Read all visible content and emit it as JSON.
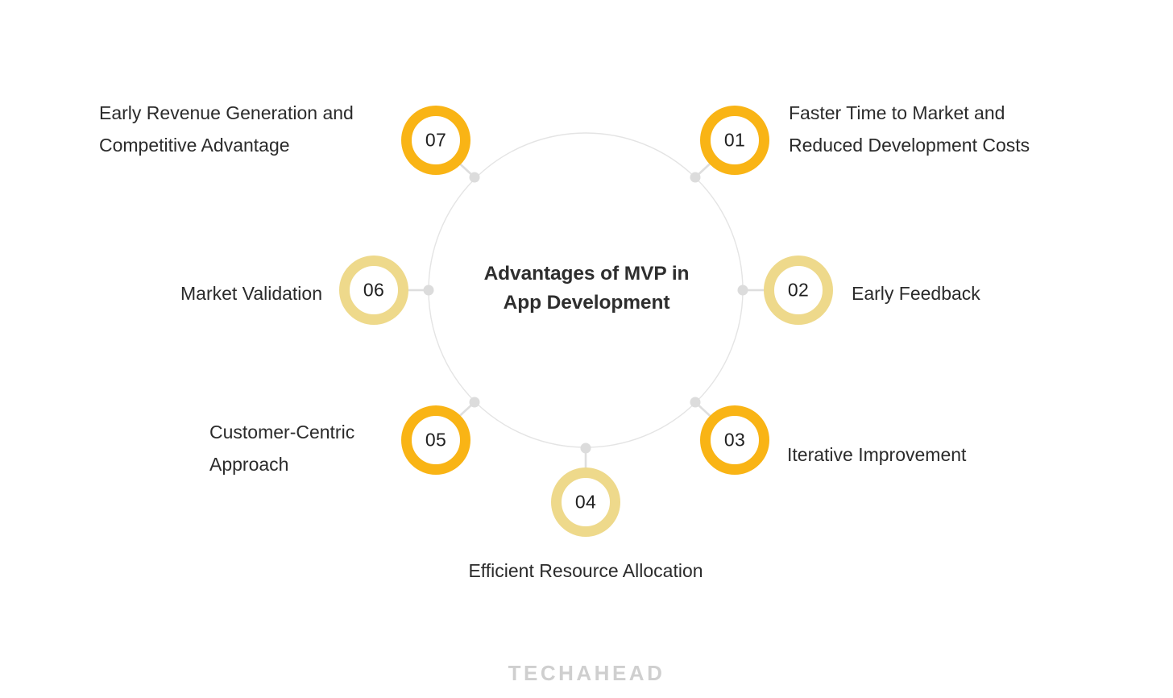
{
  "center": {
    "title_line1": "Advantages of MVP in",
    "title_line2": "App Development"
  },
  "colors": {
    "accent_strong": "#f9b415",
    "accent_soft": "#eed98b",
    "ring_line": "#e2e2e2",
    "connector_dot": "#dcdcdc",
    "text": "#2b2b2b",
    "watermark": "#cfcfcf",
    "background": "#ffffff"
  },
  "items": [
    {
      "number": "01",
      "label": "Faster Time to Market and\nReduced Development Costs",
      "tone": "strong",
      "align": "left"
    },
    {
      "number": "02",
      "label": "Early Feedback",
      "tone": "soft",
      "align": "left"
    },
    {
      "number": "03",
      "label": "Iterative Improvement",
      "tone": "strong",
      "align": "left"
    },
    {
      "number": "04",
      "label": "Efficient Resource Allocation",
      "tone": "soft",
      "align": "center"
    },
    {
      "number": "05",
      "label": "Customer-Centric\nApproach",
      "tone": "strong",
      "align": "left"
    },
    {
      "number": "06",
      "label": "Market Validation",
      "tone": "soft",
      "align": "right"
    },
    {
      "number": "07",
      "label": "Early Revenue Generation and\nCompetitive Advantage",
      "tone": "strong",
      "align": "left"
    }
  ],
  "watermark": {
    "text": "TECHAHEAD"
  }
}
